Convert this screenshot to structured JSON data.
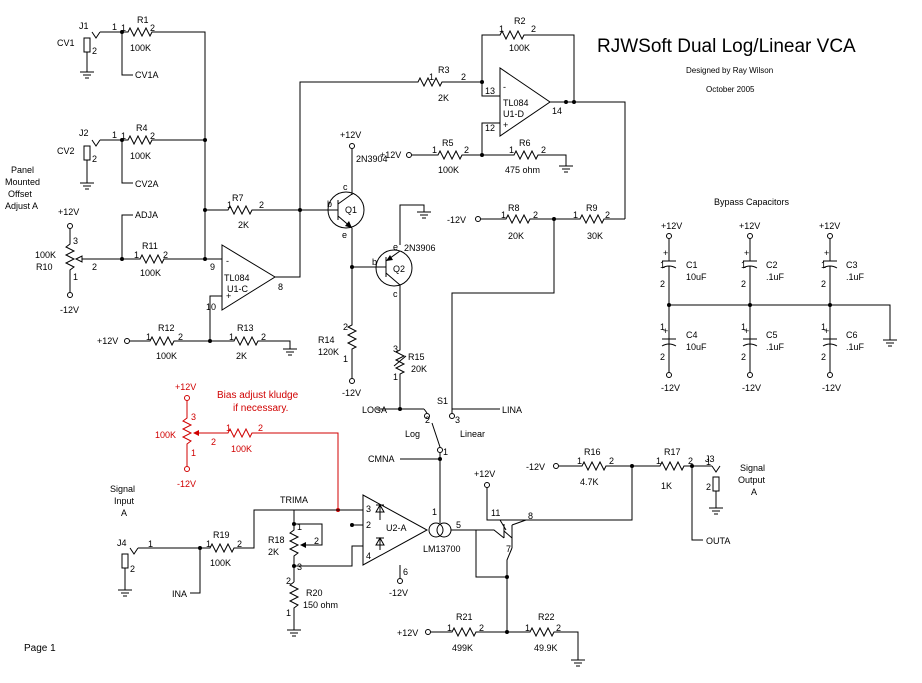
{
  "title": "RJWSoft Dual Log/Linear VCA",
  "designer": "Designed by Ray Wilson",
  "date": "October 2005",
  "page_label": "Page 1",
  "bypass_title": "Bypass Capacitors",
  "bias_note_line1": "Bias adjust kludge",
  "bias_note_line2": "if necessary.",
  "labels": {
    "cv1": "CV1",
    "cv2": "CV2",
    "cv1a": "CV1A",
    "cv2a": "CV2A",
    "adja": "ADJA",
    "loga": "LOGA",
    "lina": "LINA",
    "cmna": "CMNA",
    "trima": "TRIMA",
    "ina": "INA",
    "outa": "OUTA",
    "panel1": "Panel",
    "panel2": "Mounted",
    "panel3": "Offset",
    "panel4": "Adjust A",
    "sigin1": "Signal",
    "sigin2": "Input",
    "sigin3": "A",
    "sigout1": "Signal",
    "sigout2": "Output",
    "sigout3": "A",
    "log": "Log",
    "linear": "Linear",
    "s1": "S1"
  },
  "rails": {
    "pos": "+12V",
    "neg": "-12V"
  },
  "connectors": {
    "j1": "J1",
    "j2": "J2",
    "j3": "J3",
    "j4": "J4"
  },
  "resistors": {
    "r1": {
      "name": "R1",
      "value": "100K"
    },
    "r2": {
      "name": "R2",
      "value": "100K"
    },
    "r3": {
      "name": "R3",
      "value": "2K"
    },
    "r4": {
      "name": "R4",
      "value": "100K"
    },
    "r5": {
      "name": "R5",
      "value": "100K"
    },
    "r6": {
      "name": "R6",
      "value": "475 ohm"
    },
    "r7": {
      "name": "R7",
      "value": "2K"
    },
    "r8": {
      "name": "R8",
      "value": "20K"
    },
    "r9": {
      "name": "R9",
      "value": "30K"
    },
    "r10": {
      "name": "R10",
      "value": "100K"
    },
    "r11": {
      "name": "R11",
      "value": "100K"
    },
    "r12": {
      "name": "R12",
      "value": "100K"
    },
    "r13": {
      "name": "R13",
      "value": "2K"
    },
    "r14": {
      "name": "R14",
      "value": "120K"
    },
    "r15": {
      "name": "R15",
      "value": "20K"
    },
    "r16": {
      "name": "R16",
      "value": "4.7K"
    },
    "r17": {
      "name": "R17",
      "value": "1K"
    },
    "r18": {
      "name": "R18",
      "value": "2K"
    },
    "r19": {
      "name": "R19",
      "value": "100K"
    },
    "r20": {
      "name": "R20",
      "value": "150 ohm"
    },
    "r21": {
      "name": "R21",
      "value": "499K"
    },
    "r22": {
      "name": "R22",
      "value": "49.9K"
    },
    "rbias": {
      "value": "100K"
    }
  },
  "capacitors": {
    "c1": {
      "name": "C1",
      "value": "10uF"
    },
    "c2": {
      "name": "C2",
      "value": ".1uF"
    },
    "c3": {
      "name": "C3",
      "value": ".1uF"
    },
    "c4": {
      "name": "C4",
      "value": "10uF"
    },
    "c5": {
      "name": "C5",
      "value": ".1uF"
    },
    "c6": {
      "name": "C6",
      "value": ".1uF"
    }
  },
  "transistors": {
    "q1": {
      "name": "Q1",
      "part": "2N3904"
    },
    "q2": {
      "name": "Q2",
      "part": "2N3906"
    }
  },
  "ics": {
    "u1d": {
      "part": "TL084",
      "unit": "U1-D"
    },
    "u1c": {
      "part": "TL084",
      "unit": "U1-C"
    },
    "u2a": {
      "unit": "U2-A",
      "part": "LM13700"
    }
  },
  "pins": {
    "p1": "1",
    "p2": "2",
    "p3": "3",
    "p4": "4",
    "p5": "5",
    "p6": "6",
    "p7": "7",
    "p8": "8",
    "p9": "9",
    "p10": "10",
    "p11": "11",
    "p12": "12",
    "p13": "13",
    "p14": "14",
    "minus": "-",
    "plus": "+",
    "c": "c",
    "b": "b",
    "e": "e"
  }
}
